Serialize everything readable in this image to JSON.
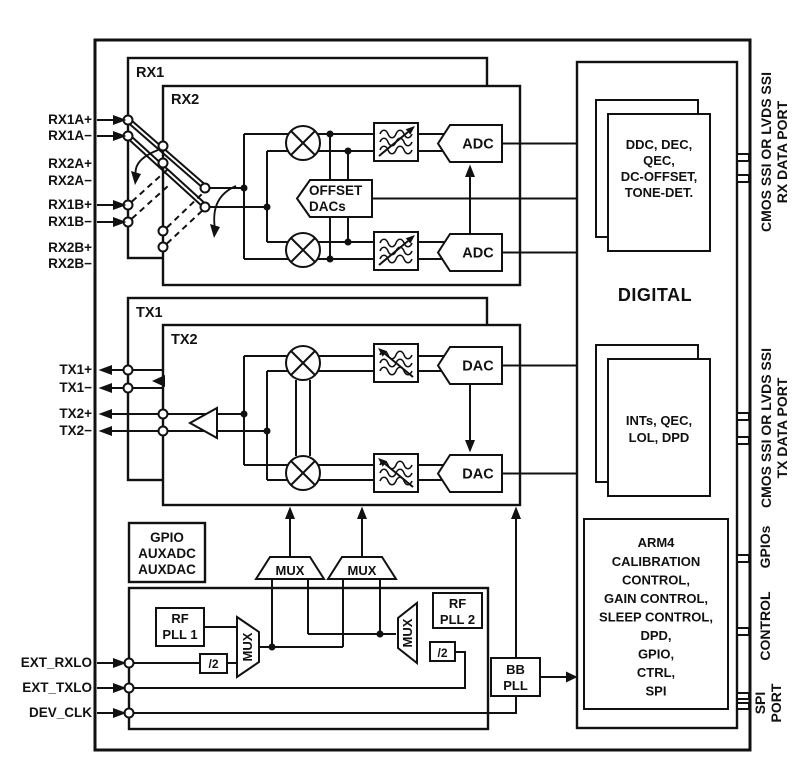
{
  "pins": {
    "rx": [
      "RX1A+",
      "RX1A−",
      "RX2A+",
      "RX2A−",
      "RX1B+",
      "RX1B−",
      "RX2B+",
      "RX2B−"
    ],
    "tx": [
      "TX1+",
      "TX1−",
      "TX2+",
      "TX2−"
    ],
    "clock": [
      "EXT_RXLO",
      "EXT_TXLO",
      "DEV_CLK"
    ]
  },
  "blocks": {
    "rx1": "RX1",
    "rx2": "RX2",
    "tx1": "TX1",
    "tx2": "TX2",
    "adc": "ADC",
    "dac": "DAC",
    "mux": "MUX",
    "div2": "/2",
    "offset_dacs": [
      "OFFSET",
      "DACs"
    ],
    "gpio_aux": [
      "GPIO",
      "AUXADC",
      "AUXDAC"
    ],
    "rf_pll1": [
      "RF",
      "PLL 1"
    ],
    "rf_pll2": [
      "RF",
      "PLL 2"
    ],
    "bb_pll": [
      "BB",
      "PLL"
    ],
    "digital": "DIGITAL",
    "rx_dsp": [
      "DDC, DEC,",
      "QEC,",
      "DC-OFFSET,",
      "TONE-DET."
    ],
    "tx_dsp": [
      "INTs, QEC,",
      "LOL, DPD"
    ],
    "arm": [
      "ARM4",
      "CALIBRATION",
      "CONTROL,",
      "GAIN CONTROL,",
      "SLEEP CONTROL,",
      "DPD,",
      "GPIO,",
      "CTRL,",
      "SPI"
    ]
  },
  "ports": {
    "rx_data": [
      "CMOS SSI OR LVDS SSI",
      "RX DATA PORT"
    ],
    "tx_data": [
      "CMOS SSI OR LVDS SSI",
      "TX DATA PORT"
    ],
    "gpios": "GPIOs",
    "control": "CONTROL",
    "spi": [
      "SPI",
      "PORT"
    ]
  },
  "colors": {
    "line": "#111111",
    "background": "#ffffff"
  }
}
